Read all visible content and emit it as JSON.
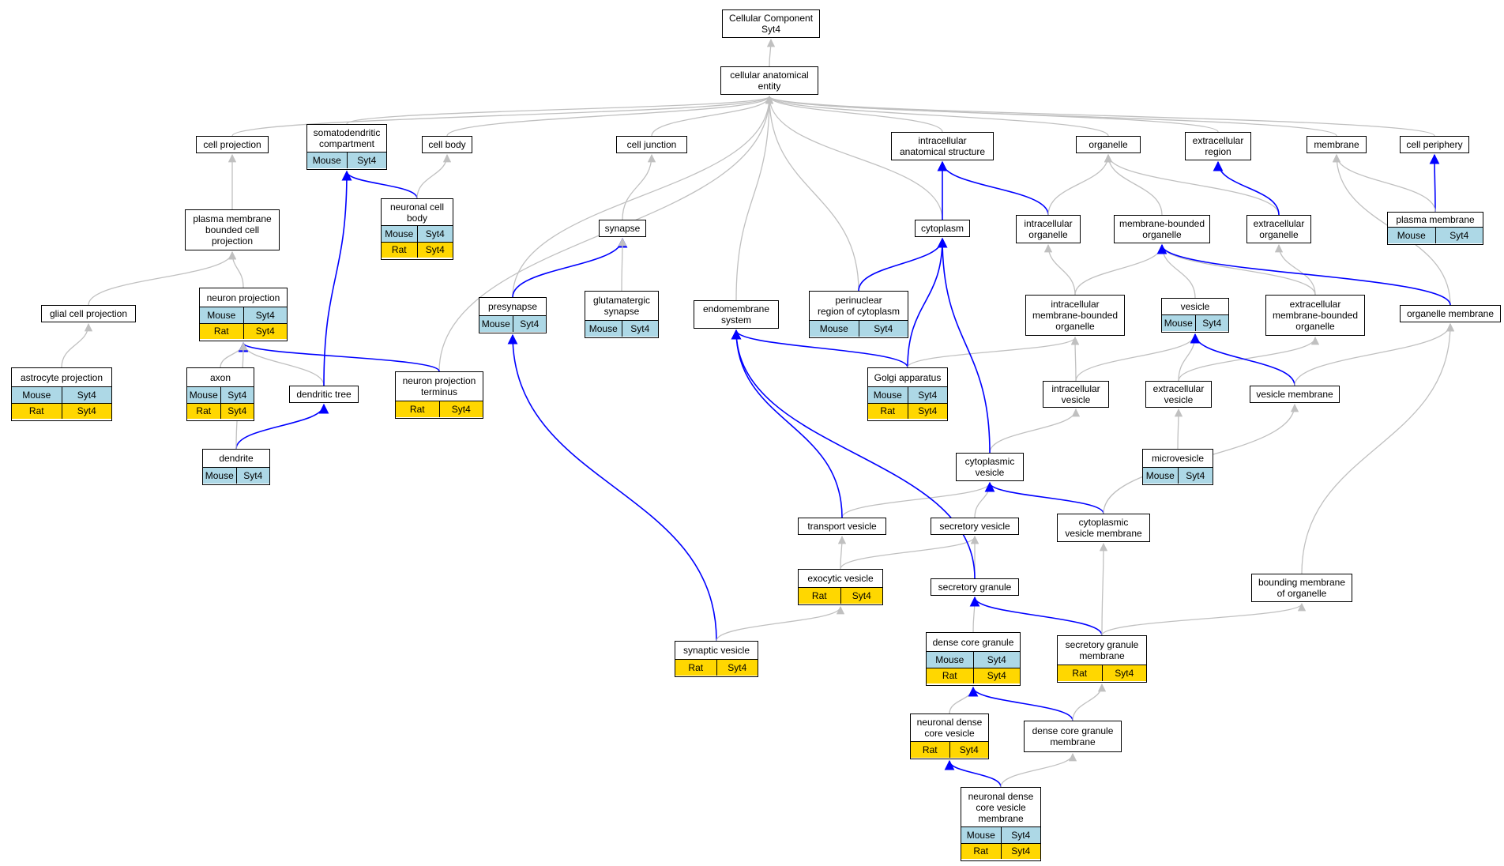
{
  "colors": {
    "mouse": "#add8e6",
    "rat": "#ffd700",
    "edge_gray": "#c0c0c0",
    "edge_blue": "#0000ff"
  },
  "nodes": {
    "root": {
      "label": "Cellular Component\nSyt4"
    },
    "cae": {
      "label": "cellular anatomical\nentity"
    },
    "cproj": {
      "label": "cell projection"
    },
    "soma": {
      "label": "somatodendritic\ncompartment",
      "rows": [
        [
          "Mouse",
          "Syt4"
        ]
      ]
    },
    "cbody": {
      "label": "cell body"
    },
    "cjunc": {
      "label": "cell junction"
    },
    "ias": {
      "label": "intracellular\nanatomical structure"
    },
    "org": {
      "label": "organelle"
    },
    "exreg": {
      "label": "extracellular\nregion"
    },
    "memb": {
      "label": "membrane"
    },
    "cperi": {
      "label": "cell periphery"
    },
    "pmbcp": {
      "label": "plasma membrane\nbounded cell\nprojection"
    },
    "ncb": {
      "label": "neuronal cell\nbody",
      "rows": [
        [
          "Mouse",
          "Syt4"
        ],
        [
          "Rat",
          "Syt4"
        ]
      ]
    },
    "syn": {
      "label": "synapse"
    },
    "cyto": {
      "label": "cytoplasm"
    },
    "iorg": {
      "label": "intracellular\norganelle"
    },
    "mbo": {
      "label": "membrane-bounded\norganelle"
    },
    "exorg": {
      "label": "extracellular\norganelle"
    },
    "pm": {
      "label": "plasma membrane",
      "rows": [
        [
          "Mouse",
          "Syt4"
        ]
      ]
    },
    "gcp": {
      "label": "glial cell projection"
    },
    "nproj": {
      "label": "neuron projection",
      "rows": [
        [
          "Mouse",
          "Syt4"
        ],
        [
          "Rat",
          "Syt4"
        ]
      ]
    },
    "presyn": {
      "label": "presynapse",
      "rows": [
        [
          "Mouse",
          "Syt4"
        ]
      ]
    },
    "glusyn": {
      "label": "glutamatergic\nsynapse",
      "rows": [
        [
          "Mouse",
          "Syt4"
        ]
      ]
    },
    "endo": {
      "label": "endomembrane\nsystem"
    },
    "pnrc": {
      "label": "perinuclear\nregion of cytoplasm",
      "rows": [
        [
          "Mouse",
          "Syt4"
        ]
      ]
    },
    "imbo": {
      "label": "intracellular\nmembrane-bounded\norganelle"
    },
    "ves": {
      "label": "vesicle",
      "rows": [
        [
          "Mouse",
          "Syt4"
        ]
      ]
    },
    "exmbo": {
      "label": "extracellular\nmembrane-bounded\norganelle"
    },
    "orgmem": {
      "label": "organelle membrane"
    },
    "astro": {
      "label": "astrocyte projection",
      "rows": [
        [
          "Mouse",
          "Syt4"
        ],
        [
          "Rat",
          "Syt4"
        ]
      ]
    },
    "axon": {
      "label": "axon",
      "rows": [
        [
          "Mouse",
          "Syt4"
        ],
        [
          "Rat",
          "Syt4"
        ]
      ]
    },
    "dtree": {
      "label": "dendritic tree"
    },
    "npt": {
      "label": "neuron projection\nterminus",
      "rows": [
        [
          "Rat",
          "Syt4"
        ]
      ]
    },
    "golgi": {
      "label": "Golgi apparatus",
      "rows": [
        [
          "Mouse",
          "Syt4"
        ],
        [
          "Rat",
          "Syt4"
        ]
      ]
    },
    "ives": {
      "label": "intracellular\nvesicle"
    },
    "exves": {
      "label": "extracellular\nvesicle"
    },
    "vesmem": {
      "label": "vesicle membrane"
    },
    "dend": {
      "label": "dendrite",
      "rows": [
        [
          "Mouse",
          "Syt4"
        ]
      ]
    },
    "mves": {
      "label": "microvesicle",
      "rows": [
        [
          "Mouse",
          "Syt4"
        ]
      ]
    },
    "cves": {
      "label": "cytoplasmic\nvesicle"
    },
    "tves": {
      "label": "transport vesicle"
    },
    "sves": {
      "label": "secretory vesicle"
    },
    "cvm": {
      "label": "cytoplasmic\nvesicle membrane"
    },
    "exoves": {
      "label": "exocytic vesicle",
      "rows": [
        [
          "Rat",
          "Syt4"
        ]
      ]
    },
    "sgran": {
      "label": "secretory granule"
    },
    "bmo": {
      "label": "bounding membrane\nof organelle"
    },
    "synves": {
      "label": "synaptic vesicle",
      "rows": [
        [
          "Rat",
          "Syt4"
        ]
      ]
    },
    "dcg": {
      "label": "dense core granule",
      "rows": [
        [
          "Mouse",
          "Syt4"
        ],
        [
          "Rat",
          "Syt4"
        ]
      ]
    },
    "sgm": {
      "label": "secretory granule\nmembrane",
      "rows": [
        [
          "Rat",
          "Syt4"
        ]
      ]
    },
    "ndcv": {
      "label": "neuronal dense\ncore vesicle",
      "rows": [
        [
          "Rat",
          "Syt4"
        ]
      ]
    },
    "dcgm": {
      "label": "dense core granule\nmembrane"
    },
    "ndcvm": {
      "label": "neuronal dense\ncore vesicle\nmembrane",
      "rows": [
        [
          "Mouse",
          "Syt4"
        ],
        [
          "Rat",
          "Syt4"
        ]
      ]
    }
  },
  "edges": [
    {
      "from": "cae",
      "to": "root",
      "color": "gray"
    },
    {
      "from": "cproj",
      "to": "cae",
      "color": "gray"
    },
    {
      "from": "soma",
      "to": "cae",
      "color": "gray"
    },
    {
      "from": "cbody",
      "to": "cae",
      "color": "gray"
    },
    {
      "from": "cjunc",
      "to": "cae",
      "color": "gray"
    },
    {
      "from": "ias",
      "to": "cae",
      "color": "gray"
    },
    {
      "from": "org",
      "to": "cae",
      "color": "gray"
    },
    {
      "from": "exreg",
      "to": "cae",
      "color": "gray"
    },
    {
      "from": "memb",
      "to": "cae",
      "color": "gray"
    },
    {
      "from": "cperi",
      "to": "cae",
      "color": "gray"
    },
    {
      "from": "presyn",
      "to": "cae",
      "color": "gray"
    },
    {
      "from": "npt",
      "to": "cae",
      "color": "gray"
    },
    {
      "from": "endo",
      "to": "cae",
      "color": "gray"
    },
    {
      "from": "pnrc",
      "to": "cae",
      "color": "gray"
    },
    {
      "from": "cyto",
      "to": "cae",
      "color": "gray"
    },
    {
      "from": "pmbcp",
      "to": "cproj",
      "color": "gray"
    },
    {
      "from": "ncb",
      "to": "soma",
      "color": "blue"
    },
    {
      "from": "ncb",
      "to": "cbody",
      "color": "gray"
    },
    {
      "from": "syn",
      "to": "cjunc",
      "color": "gray"
    },
    {
      "from": "cyto",
      "to": "ias",
      "color": "blue"
    },
    {
      "from": "iorg",
      "to": "ias",
      "color": "blue"
    },
    {
      "from": "iorg",
      "to": "org",
      "color": "gray"
    },
    {
      "from": "mbo",
      "to": "org",
      "color": "gray"
    },
    {
      "from": "exorg",
      "to": "org",
      "color": "gray"
    },
    {
      "from": "exorg",
      "to": "exreg",
      "color": "blue"
    },
    {
      "from": "pm",
      "to": "cperi",
      "color": "blue"
    },
    {
      "from": "pm",
      "to": "memb",
      "color": "gray"
    },
    {
      "from": "orgmem",
      "to": "memb",
      "color": "gray"
    },
    {
      "from": "gcp",
      "to": "pmbcp",
      "color": "gray"
    },
    {
      "from": "nproj",
      "to": "pmbcp",
      "color": "gray"
    },
    {
      "from": "presyn",
      "to": "syn",
      "color": "blue"
    },
    {
      "from": "glusyn",
      "to": "syn",
      "color": "gray"
    },
    {
      "from": "pnrc",
      "to": "cyto",
      "color": "blue"
    },
    {
      "from": "imbo",
      "to": "iorg",
      "color": "gray"
    },
    {
      "from": "imbo",
      "to": "mbo",
      "color": "gray"
    },
    {
      "from": "ves",
      "to": "mbo",
      "color": "gray"
    },
    {
      "from": "exmbo",
      "to": "mbo",
      "color": "gray"
    },
    {
      "from": "exmbo",
      "to": "exorg",
      "color": "gray"
    },
    {
      "from": "orgmem",
      "to": "mbo",
      "color": "blue"
    },
    {
      "from": "astro",
      "to": "gcp",
      "color": "gray"
    },
    {
      "from": "axon",
      "to": "nproj",
      "color": "gray"
    },
    {
      "from": "dtree",
      "to": "nproj",
      "color": "gray"
    },
    {
      "from": "npt",
      "to": "nproj",
      "color": "blue"
    },
    {
      "from": "dtree",
      "to": "soma",
      "color": "blue"
    },
    {
      "from": "golgi",
      "to": "endo",
      "color": "blue"
    },
    {
      "from": "golgi",
      "to": "cyto",
      "color": "blue"
    },
    {
      "from": "golgi",
      "to": "imbo",
      "color": "gray"
    },
    {
      "from": "ives",
      "to": "imbo",
      "color": "gray"
    },
    {
      "from": "ives",
      "to": "ves",
      "color": "gray"
    },
    {
      "from": "exves",
      "to": "ves",
      "color": "gray"
    },
    {
      "from": "exves",
      "to": "exmbo",
      "color": "gray"
    },
    {
      "from": "vesmem",
      "to": "ves",
      "color": "blue"
    },
    {
      "from": "vesmem",
      "to": "orgmem",
      "color": "gray"
    },
    {
      "from": "dend",
      "to": "dtree",
      "color": "blue"
    },
    {
      "from": "dend",
      "to": "nproj",
      "color": "gray"
    },
    {
      "from": "mves",
      "to": "exves",
      "color": "gray"
    },
    {
      "from": "cves",
      "to": "ives",
      "color": "gray"
    },
    {
      "from": "cves",
      "to": "cyto",
      "color": "blue"
    },
    {
      "from": "tves",
      "to": "cves",
      "color": "gray"
    },
    {
      "from": "tves",
      "to": "endo",
      "color": "blue"
    },
    {
      "from": "sves",
      "to": "cves",
      "color": "gray"
    },
    {
      "from": "cvm",
      "to": "cves",
      "color": "blue"
    },
    {
      "from": "cvm",
      "to": "vesmem",
      "color": "gray"
    },
    {
      "from": "exoves",
      "to": "tves",
      "color": "gray"
    },
    {
      "from": "exoves",
      "to": "sves",
      "color": "gray"
    },
    {
      "from": "sgran",
      "to": "sves",
      "color": "gray"
    },
    {
      "from": "sgran",
      "to": "endo",
      "color": "blue"
    },
    {
      "from": "bmo",
      "to": "orgmem",
      "color": "gray"
    },
    {
      "from": "synves",
      "to": "presyn",
      "color": "blue"
    },
    {
      "from": "synves",
      "to": "exoves",
      "color": "gray"
    },
    {
      "from": "dcg",
      "to": "sgran",
      "color": "gray"
    },
    {
      "from": "sgm",
      "to": "sgran",
      "color": "blue"
    },
    {
      "from": "sgm",
      "to": "cvm",
      "color": "gray"
    },
    {
      "from": "sgm",
      "to": "bmo",
      "color": "gray"
    },
    {
      "from": "ndcv",
      "to": "dcg",
      "color": "gray"
    },
    {
      "from": "dcgm",
      "to": "dcg",
      "color": "blue"
    },
    {
      "from": "dcgm",
      "to": "sgm",
      "color": "gray"
    },
    {
      "from": "ndcvm",
      "to": "ndcv",
      "color": "blue"
    },
    {
      "from": "ndcvm",
      "to": "dcgm",
      "color": "gray"
    }
  ]
}
